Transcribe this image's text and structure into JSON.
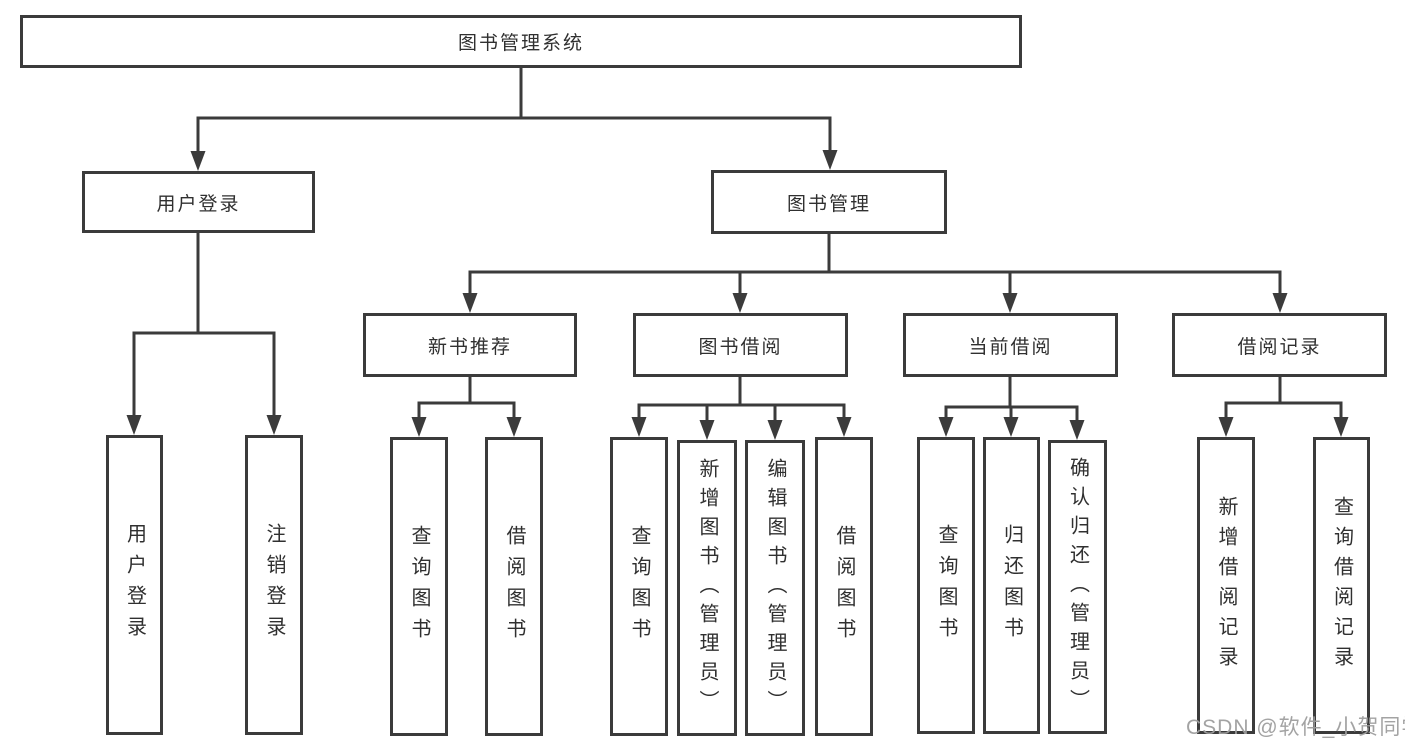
{
  "diagram": {
    "root": {
      "label": "图书管理系统",
      "children": [
        {
          "label": "用户登录",
          "children": [
            {
              "label": "用户登录"
            },
            {
              "label": "注销登录"
            }
          ]
        },
        {
          "label": "图书管理",
          "children": [
            {
              "label": "新书推荐",
              "children": [
                {
                  "label": "查询图书"
                },
                {
                  "label": "借阅图书"
                }
              ]
            },
            {
              "label": "图书借阅",
              "children": [
                {
                  "label": "查询图书"
                },
                {
                  "label": "新增图书（管理员）"
                },
                {
                  "label": "编辑图书（管理员）"
                },
                {
                  "label": "借阅图书"
                }
              ]
            },
            {
              "label": "当前借阅",
              "children": [
                {
                  "label": "查询图书"
                },
                {
                  "label": "归还图书"
                },
                {
                  "label": "确认归还（管理员）"
                }
              ]
            },
            {
              "label": "借阅记录",
              "children": [
                {
                  "label": "新增借阅记录"
                },
                {
                  "label": "查询借阅记录"
                }
              ]
            }
          ]
        }
      ]
    },
    "watermark": "CSDN @软件_小贺同学"
  },
  "colors": {
    "line": "#3b3b3b",
    "box_border": "#3b3b3b",
    "box_background": "#ffffff",
    "text": "#303030",
    "watermark": "#9e9e9e",
    "page_background": "#ffffff"
  }
}
